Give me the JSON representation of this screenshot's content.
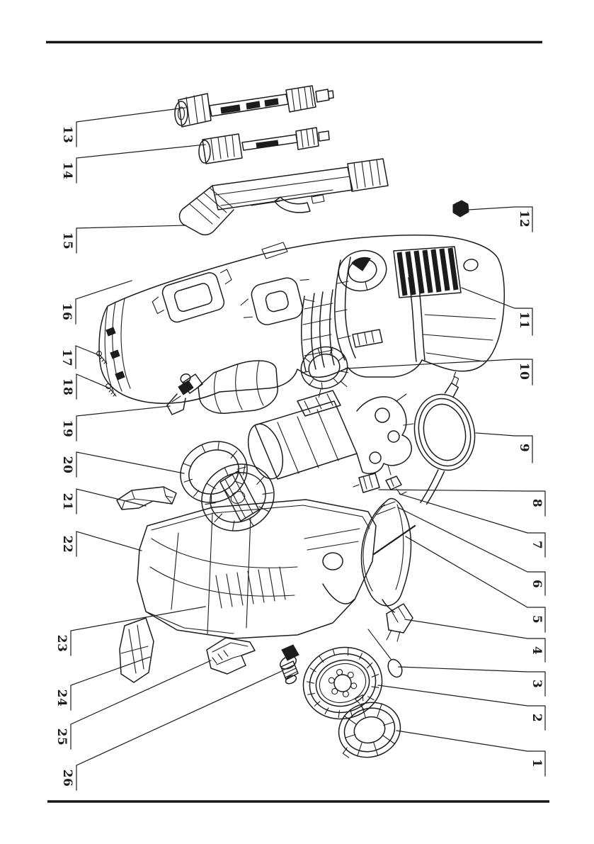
{
  "page": {
    "background": "#ffffff",
    "ink": "#1c1c1c"
  },
  "figure": {
    "kind": "exploded-parts-diagram",
    "orientation": "rotated-90",
    "part_count": 26
  },
  "callouts": {
    "left": [
      {
        "label": "13"
      },
      {
        "label": "14"
      },
      {
        "label": "15"
      },
      {
        "label": "16"
      },
      {
        "label": "17"
      },
      {
        "label": "18"
      },
      {
        "label": "19"
      },
      {
        "label": "20"
      },
      {
        "label": "21"
      },
      {
        "label": "22"
      },
      {
        "label": "23"
      },
      {
        "label": "24"
      },
      {
        "label": "25"
      },
      {
        "label": "26"
      }
    ],
    "right": [
      {
        "label": "12"
      },
      {
        "label": "11"
      },
      {
        "label": "10"
      },
      {
        "label": "9"
      },
      {
        "label": "8"
      },
      {
        "label": "7"
      },
      {
        "label": "6"
      },
      {
        "label": "5"
      },
      {
        "label": "4"
      },
      {
        "label": "3"
      },
      {
        "label": "2"
      },
      {
        "label": "1"
      }
    ]
  }
}
